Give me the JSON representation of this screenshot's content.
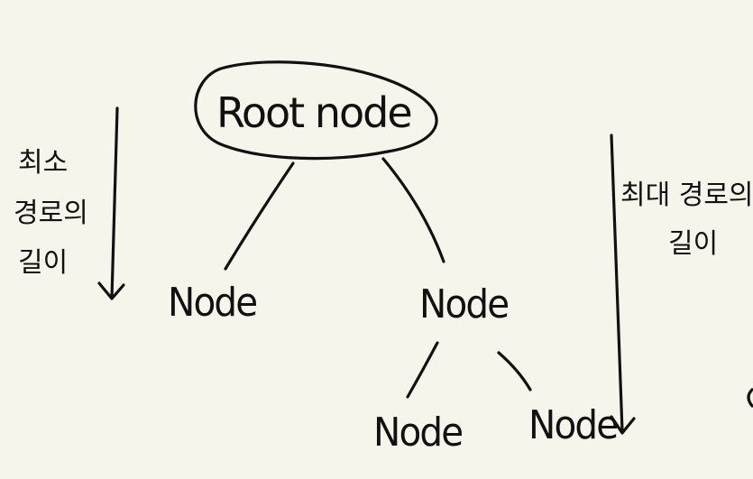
{
  "diagram": {
    "root": {
      "label": "Root node"
    },
    "level1": [
      {
        "label": "Node"
      },
      {
        "label": "Node"
      }
    ],
    "level2": [
      {
        "label": "Node"
      },
      {
        "label": "Node"
      }
    ],
    "left_annotation": {
      "lines": [
        "최소",
        "경로의",
        "길이"
      ]
    },
    "right_annotation": {
      "lines": [
        "최대 경로의",
        "길이"
      ]
    }
  }
}
